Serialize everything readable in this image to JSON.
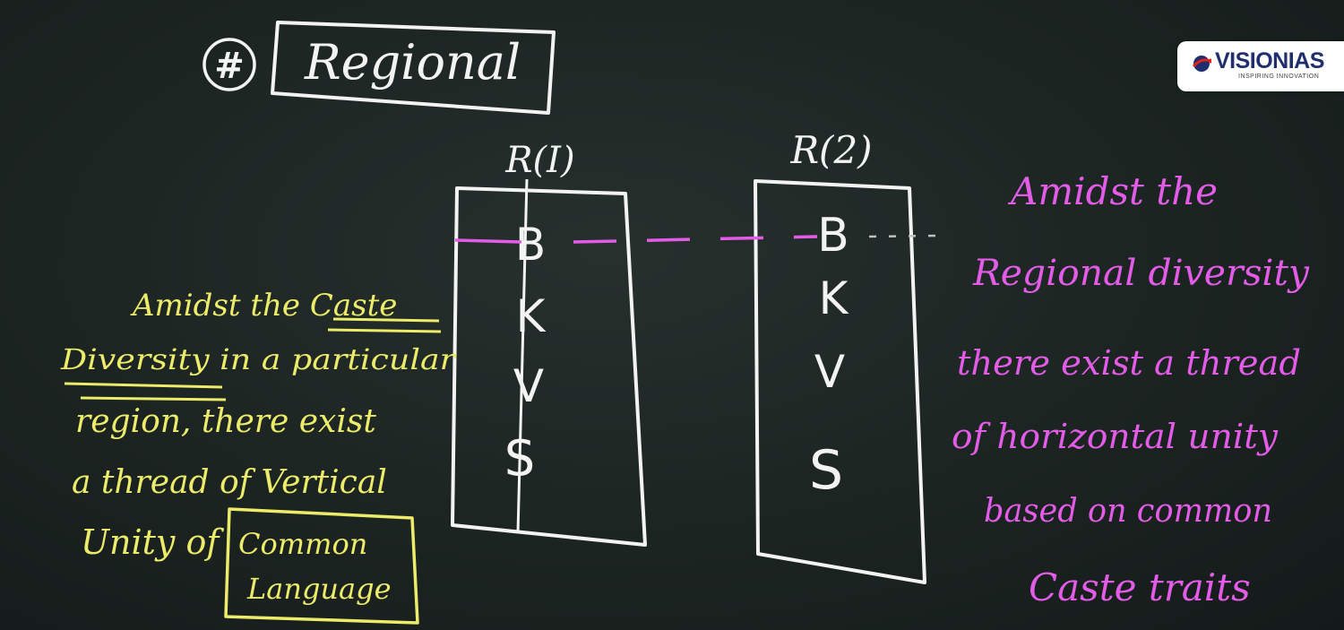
{
  "title": {
    "hash": "#",
    "word": "Regional"
  },
  "columns": {
    "left": {
      "label": "R(I)",
      "castes": [
        "B",
        "K",
        "V",
        "S"
      ]
    },
    "right": {
      "label": "R(2)",
      "castes": [
        "B",
        "K",
        "V",
        "S"
      ]
    }
  },
  "left_note": {
    "lines": [
      "Amidst the Caste",
      "Diversity in a particular",
      "region, there exist",
      "a thread of Vertical",
      "Unity of"
    ],
    "boxed_lines": [
      "Common",
      "Language"
    ]
  },
  "right_note": {
    "lines": [
      "Amidst the",
      "Regional diversity",
      "there exist a thread",
      "of horizontal unity",
      "based on common",
      "Caste traits"
    ]
  },
  "logo": {
    "brand": "VISIONIAS",
    "tagline": "INSPIRING INNOVATION"
  },
  "colors": {
    "board": "#1c2422",
    "chalk_white": "#f3f3f3",
    "chalk_yellow": "#ecec6a",
    "chalk_magenta": "#e35ce8",
    "logo_blue": "#1f2f6e",
    "logo_red": "#e2231a"
  }
}
